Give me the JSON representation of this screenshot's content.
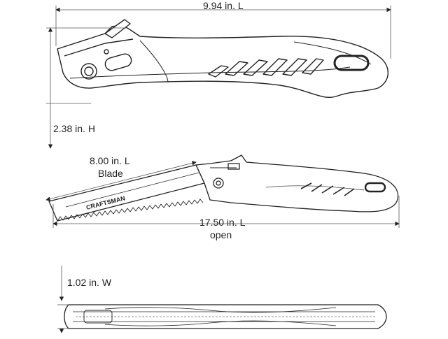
{
  "dimensions": {
    "closed_length": "9.94 in. L",
    "height": "2.38 in. H",
    "blade_length": "8.00 in. L",
    "blade_label": "Blade",
    "open_length": "17.50 in. L",
    "open_label": "open",
    "width": "1.02 in. W"
  },
  "brand": {
    "logo_text": "CRAFTSMAN"
  },
  "colors": {
    "line": "#222222",
    "handle_fill": "#ffffff",
    "grip_fill": "#ffffff"
  }
}
